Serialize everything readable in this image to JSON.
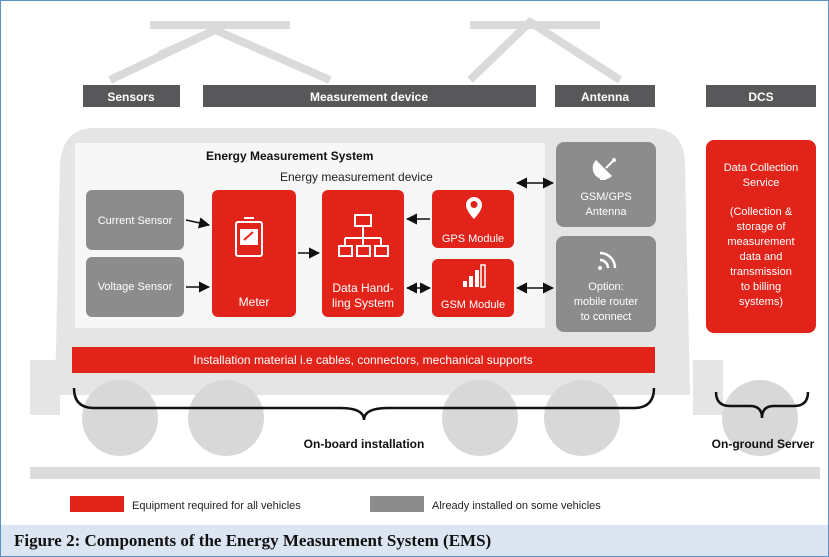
{
  "headers": {
    "sensors": "Sensors",
    "measurement_device": "Measurement device",
    "antenna": "Antenna",
    "dcs": "DCS"
  },
  "ems": {
    "title": "Energy Measurement System",
    "subtitle": "Energy measurement device"
  },
  "sensors": {
    "current": "Current Sensor",
    "voltage": "Voltage Sensor"
  },
  "device": {
    "meter": "Meter",
    "data_handling_line1": "Data Hand-",
    "data_handling_line2": "ling System",
    "gps_module": "GPS Module",
    "gsm_module": "GSM Module"
  },
  "antenna": {
    "gsm_gps_line1": "GSM/GPS",
    "gsm_gps_line2": "Antenna",
    "router_line1": "Option:",
    "router_line2": "mobile router",
    "router_line3": "to connect"
  },
  "dcs": {
    "line1": "Data Collection",
    "line2": "Service",
    "line3": "(Collection &",
    "line4": "storage of",
    "line5": "measurement",
    "line6": "data and",
    "line7": "transmission",
    "line8": "to billing",
    "line9": "systems)"
  },
  "installation_material": "Installation material i.e cables, connectors, mechanical supports",
  "onboard_label": "On-board installation",
  "onground_label": "On-ground Server",
  "legend": {
    "required": "Equipment required for all vehicles",
    "installed": "Already installed on some vehicles"
  },
  "caption": "Figure 2: Components of the Energy Measurement System (EMS)",
  "colors": {
    "red": "#e2231a",
    "dark_header": "#58585a",
    "gray_box": "#8c8c8c",
    "body_gray": "#e4e4e4"
  },
  "icons": [
    "meter-icon",
    "network-icon",
    "location-pin-icon",
    "signal-bars-icon",
    "satellite-dish-icon",
    "wifi-icon"
  ]
}
